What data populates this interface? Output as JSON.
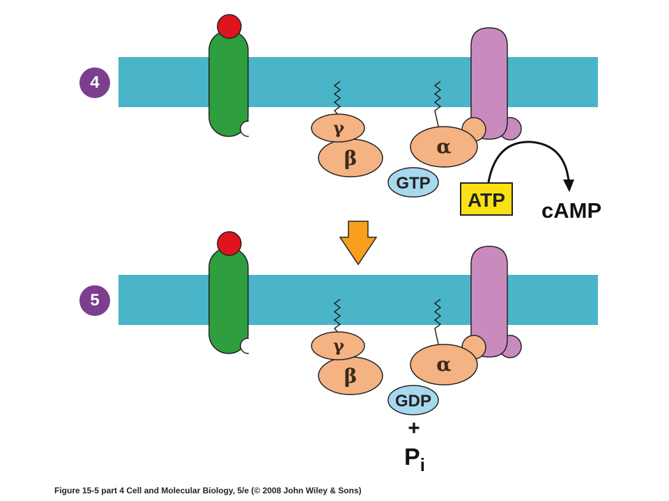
{
  "steps": [
    {
      "number": "4",
      "gamma": "γ",
      "beta": "β",
      "alpha": "α",
      "nucleotide": "GTP",
      "substrate": "ATP",
      "product": "cAMP"
    },
    {
      "number": "5",
      "gamma": "γ",
      "beta": "β",
      "alpha": "α",
      "nucleotide": "GDP",
      "plus": "+",
      "phosphate": "P",
      "phosphate_subscript": "i"
    }
  ],
  "caption": "Figure 15-5 part 4  Cell and Molecular Biology, 5/e (© 2008 John Wiley & Sons)",
  "colors": {
    "membrane": "#4ab5c8",
    "receptor": "#2e9e3e",
    "hormone": "#e0141e",
    "adenylyl_cyclase": "#c98bbd",
    "g_protein_subunit": "#f5b283",
    "nucleotide": "#a6d8ee",
    "atp_box": "#fbe016",
    "step_arrow": "#f8a01c",
    "step_badge": "#7b3f8e"
  }
}
